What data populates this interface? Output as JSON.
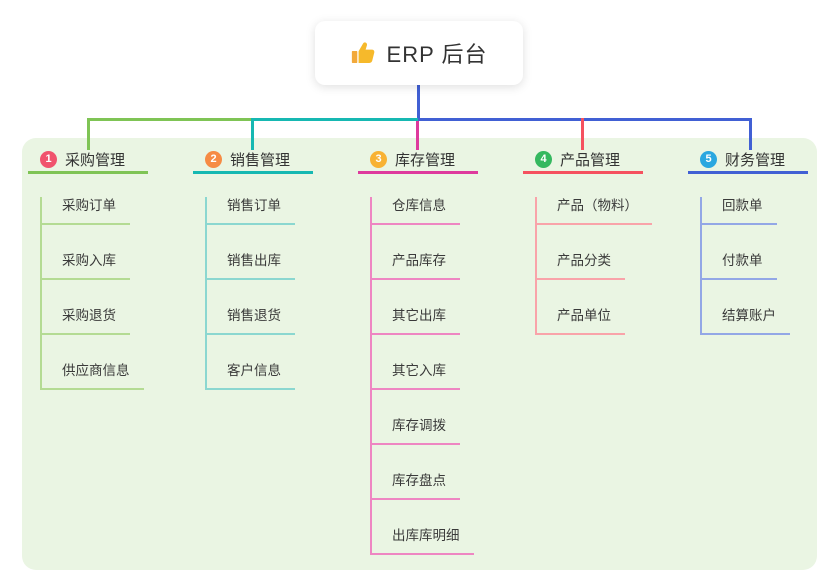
{
  "root": {
    "icon": "thumbs-up",
    "label": "ERP 后台"
  },
  "branches": [
    {
      "badge": "1",
      "label": "采购管理",
      "colors": {
        "badge": "#f0536d",
        "line": "#7fc455",
        "child_line": "#b4db93"
      },
      "children": [
        "采购订单",
        "采购入库",
        "采购退货",
        "供应商信息"
      ]
    },
    {
      "badge": "2",
      "label": "销售管理",
      "colors": {
        "badge": "#f68b44",
        "line": "#16b8b2",
        "child_line": "#8bd7d0"
      },
      "children": [
        "销售订单",
        "销售出库",
        "销售退货",
        "客户信息"
      ]
    },
    {
      "badge": "3",
      "label": "库存管理",
      "colors": {
        "badge": "#f8b233",
        "line": "#de3a9d",
        "child_line": "#ee86c2"
      },
      "children": [
        "仓库信息",
        "产品库存",
        "其它出库",
        "其它入库",
        "库存调拨",
        "库存盘点",
        "出库库明细"
      ]
    },
    {
      "badge": "4",
      "label": "产品管理",
      "colors": {
        "badge": "#35b85f",
        "line": "#f5515f",
        "child_line": "#f9a3a9"
      },
      "children": [
        "产品（物料）",
        "产品分类",
        "产品单位"
      ]
    },
    {
      "badge": "5",
      "label": "财务管理",
      "colors": {
        "badge": "#2aa7e0",
        "line": "#4160d4",
        "child_line": "#93a7e6"
      },
      "children": [
        "回款单",
        "付款单",
        "结算账户"
      ]
    }
  ],
  "colors": {
    "canvas_bg": "#ffffff",
    "panel_bg": "#eaf5e3",
    "root_line": "#4160d4",
    "icon_gold": "#f6b92b",
    "text": "#333333"
  }
}
